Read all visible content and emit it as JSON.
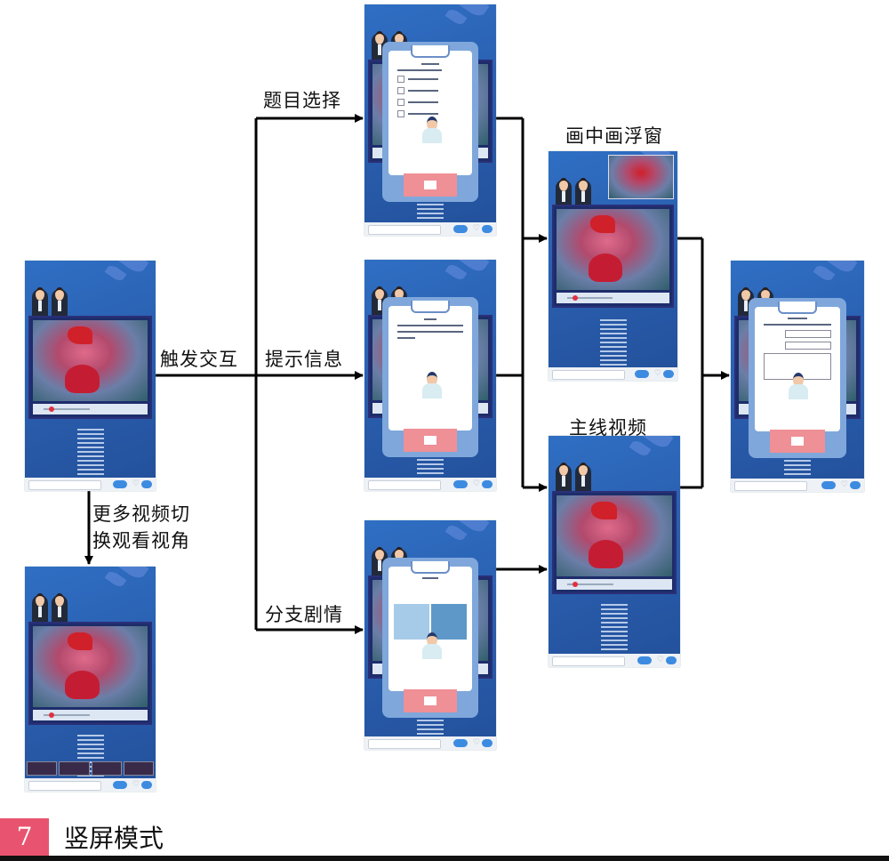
{
  "figure": {
    "number": "7",
    "caption": "竖屏模式"
  },
  "labels": {
    "trigger": "触发交互",
    "question": "题目选择",
    "hint": "提示信息",
    "branch": "分支剧情",
    "pip": "画中画浮窗",
    "main_video": "主线视频",
    "more_angles_1": "更多视频切",
    "more_angles_2": "换观看视角"
  },
  "screens": [
    {
      "id": "s-main",
      "type": "video"
    },
    {
      "id": "s-angles",
      "type": "video-thumbs"
    },
    {
      "id": "s-quiz",
      "type": "dialog-quiz"
    },
    {
      "id": "s-hint",
      "type": "dialog-hint"
    },
    {
      "id": "s-branch",
      "type": "dialog-branch"
    },
    {
      "id": "s-pip",
      "type": "pip"
    },
    {
      "id": "s-mainline",
      "type": "video"
    },
    {
      "id": "s-form",
      "type": "dialog-form"
    }
  ],
  "colors": {
    "accent": "#e8546f",
    "screen_bg": "#2a5fb0",
    "button": "#ef8f96",
    "option_a": "#a6cbe8",
    "option_b": "#5d98c8"
  }
}
